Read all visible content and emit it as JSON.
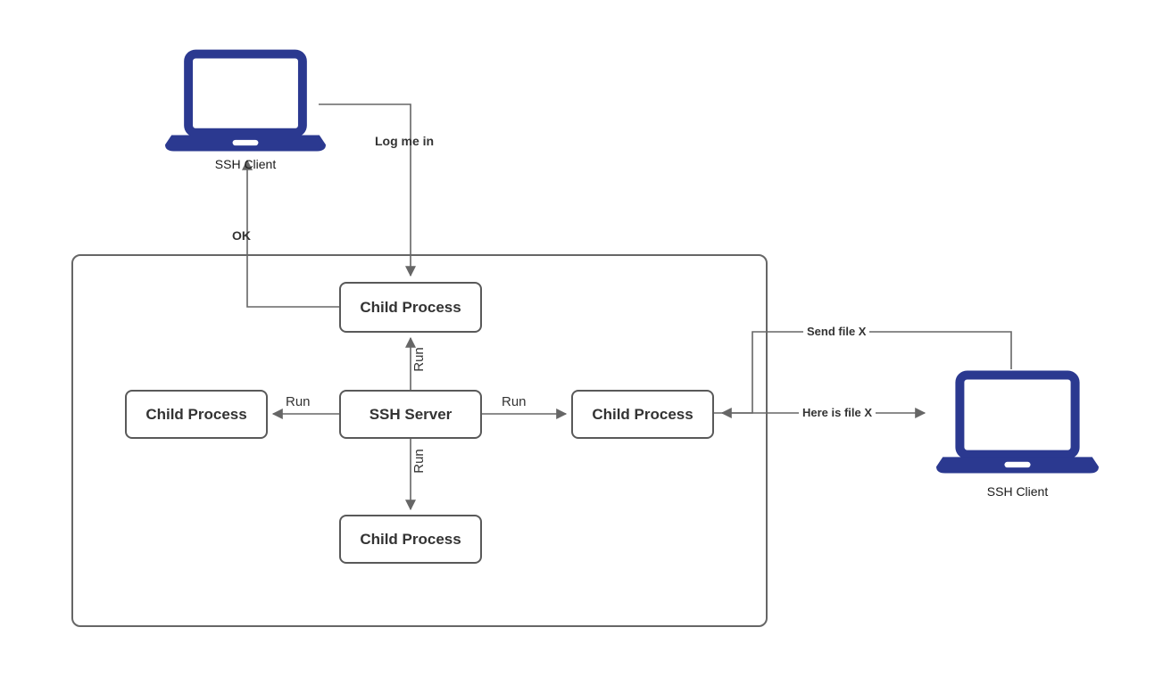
{
  "diagram": {
    "title": "SSH server child process diagram",
    "nodes": {
      "ssh_server": {
        "label": "SSH Server"
      },
      "child_top": {
        "label": "Child Process"
      },
      "child_left": {
        "label": "Child Process"
      },
      "child_right": {
        "label": "Child Process"
      },
      "child_bottom": {
        "label": "Child Process"
      },
      "client_left": {
        "label": "SSH Client"
      },
      "client_right": {
        "label": "SSH Client"
      }
    },
    "edges": {
      "log_me_in": {
        "label": "Log me in"
      },
      "ok": {
        "label": "OK"
      },
      "run_right": {
        "label": "Run"
      },
      "run_left": {
        "label": "Run"
      },
      "run_up": {
        "label": "Run"
      },
      "run_down": {
        "label": "Run"
      },
      "send_file": {
        "label": "Send file X"
      },
      "here_is_file": {
        "label": "Here is file X"
      }
    },
    "colors": {
      "laptop_blue": "#2b3990",
      "line_gray": "#666666",
      "box_border": "#595959",
      "text": "#333333"
    }
  }
}
